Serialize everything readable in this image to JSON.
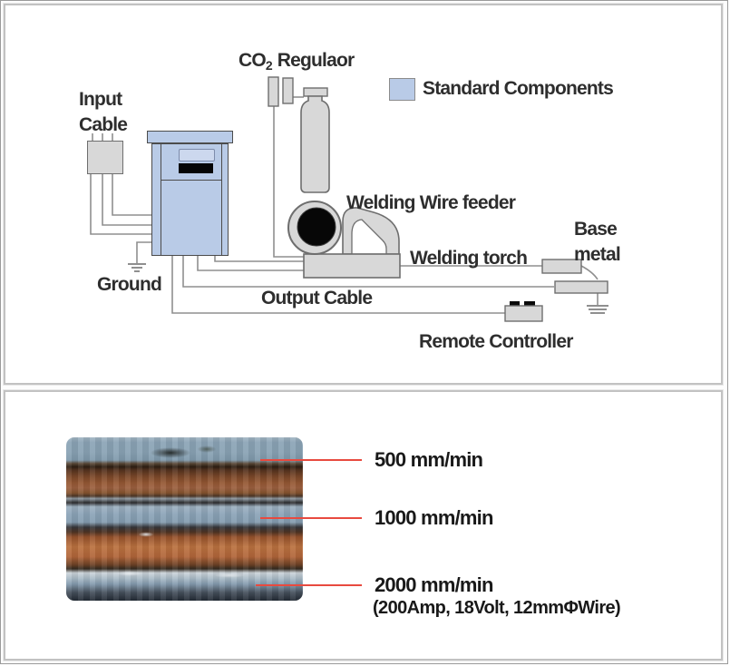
{
  "top_panel": {
    "co2_label": {
      "prefix": "CO",
      "sub": "2",
      "suffix": " Regulaor"
    },
    "legend": {
      "label": "Standard Components",
      "swatch_color": "#b9cbe7"
    },
    "input_cable": {
      "line1": "Input",
      "line2": "Cable"
    },
    "ground_label": "Ground",
    "wire_feeder_label": "Welding Wire feeder",
    "welding_torch_label": "Welding torch",
    "base_metal": {
      "line1": "Base",
      "line2": "metal"
    },
    "output_cable_label": "Output Cable",
    "remote_controller_label": "Remote Controller",
    "colors": {
      "component_fill": "#b9cbe7",
      "shape_gray": "#d8d8d8",
      "wire_gray": "#8f8f8f"
    }
  },
  "bottom_panel": {
    "annotations": [
      {
        "label": "500 mm/min"
      },
      {
        "label": "1000 mm/min"
      },
      {
        "label": "2000 mm/min"
      }
    ],
    "conditions_label": "(200Amp, 18Volt, 12mmΦWire)",
    "leader_color": "#e84a3f"
  }
}
